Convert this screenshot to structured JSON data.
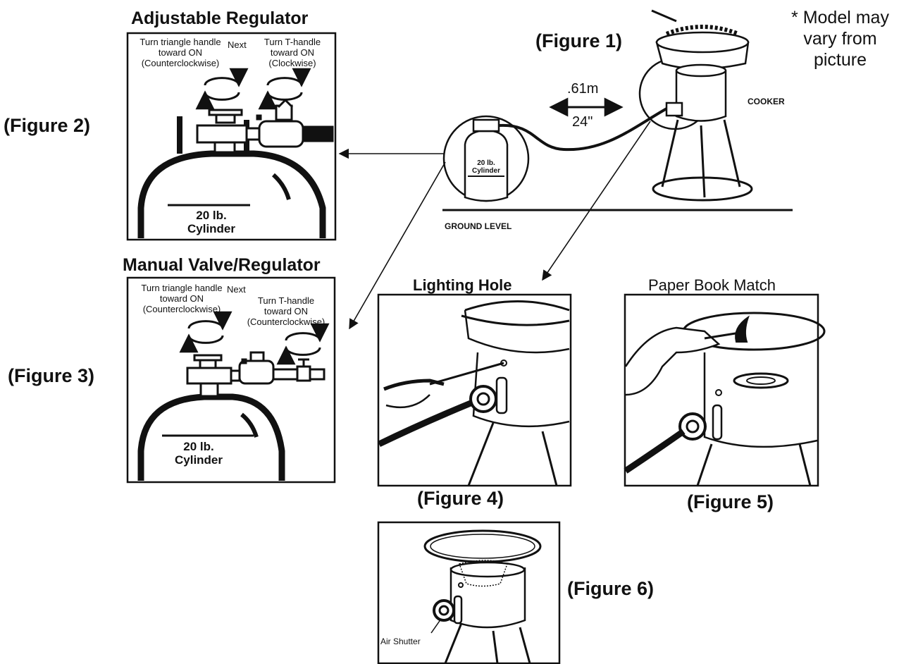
{
  "note": {
    "line1": "* Model may",
    "line2": "vary from",
    "line3": "picture"
  },
  "figure1": {
    "caption": "(Figure 1)",
    "distance_m": ".61m",
    "distance_in": "24\"",
    "cooker_label": "COOKER",
    "ground_label": "GROUND LEVEL",
    "cylinder_line1": "20 lb.",
    "cylinder_line2": "Cylinder"
  },
  "figure2": {
    "caption": "(Figure 2)",
    "title": "Adjustable Regulator",
    "left_line1": "Turn triangle handle",
    "left_line2": "toward ON",
    "left_line3": "(Counterclockwise)",
    "next": "Next",
    "right_line1": "Turn T-handle",
    "right_line2": "toward ON",
    "right_line3": "(Clockwise)",
    "cylinder_line1": "20 lb.",
    "cylinder_line2": "Cylinder"
  },
  "figure3": {
    "caption": "(Figure 3)",
    "title": "Manual Valve/Regulator",
    "left_line1": "Turn triangle handle",
    "left_line2": "toward ON",
    "left_line3": "(Counterclockwise)",
    "next": "Next",
    "right_line1": "Turn T-handle",
    "right_line2": "toward ON",
    "right_line3": "(Counterclockwise)",
    "cylinder_line1": "20 lb.",
    "cylinder_line2": "Cylinder"
  },
  "figure4": {
    "caption": "(Figure 4)",
    "title": "Lighting Hole"
  },
  "figure5": {
    "caption": "(Figure 5)",
    "title": "Paper Book Match"
  },
  "figure6": {
    "caption": "(Figure 6)",
    "air_shutter": "Air Shutter"
  }
}
